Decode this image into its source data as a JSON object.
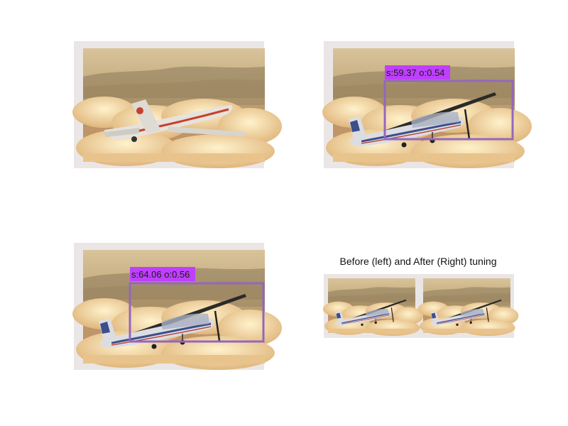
{
  "figure": {
    "panels": [
      {
        "detection": null
      },
      {
        "detection": {
          "label": "s:59.37 o:0.54",
          "color": "#9467bd",
          "label_bg": "#bf3fff"
        }
      },
      {
        "detection": {
          "label": "s:64.06 o:0.56",
          "color": "#9467bd",
          "label_bg": "#bf3fff"
        }
      }
    ],
    "comparison": {
      "title": "Before (left) and After (Right) tuning"
    }
  },
  "colors": {
    "background": "#ffffff",
    "photo_frame": "#ebe6e6",
    "sky_top": "#d9c39a",
    "sky_bottom": "#c88f5f",
    "cloud": "#f4deb0",
    "mountain": "#8a7a5a"
  }
}
